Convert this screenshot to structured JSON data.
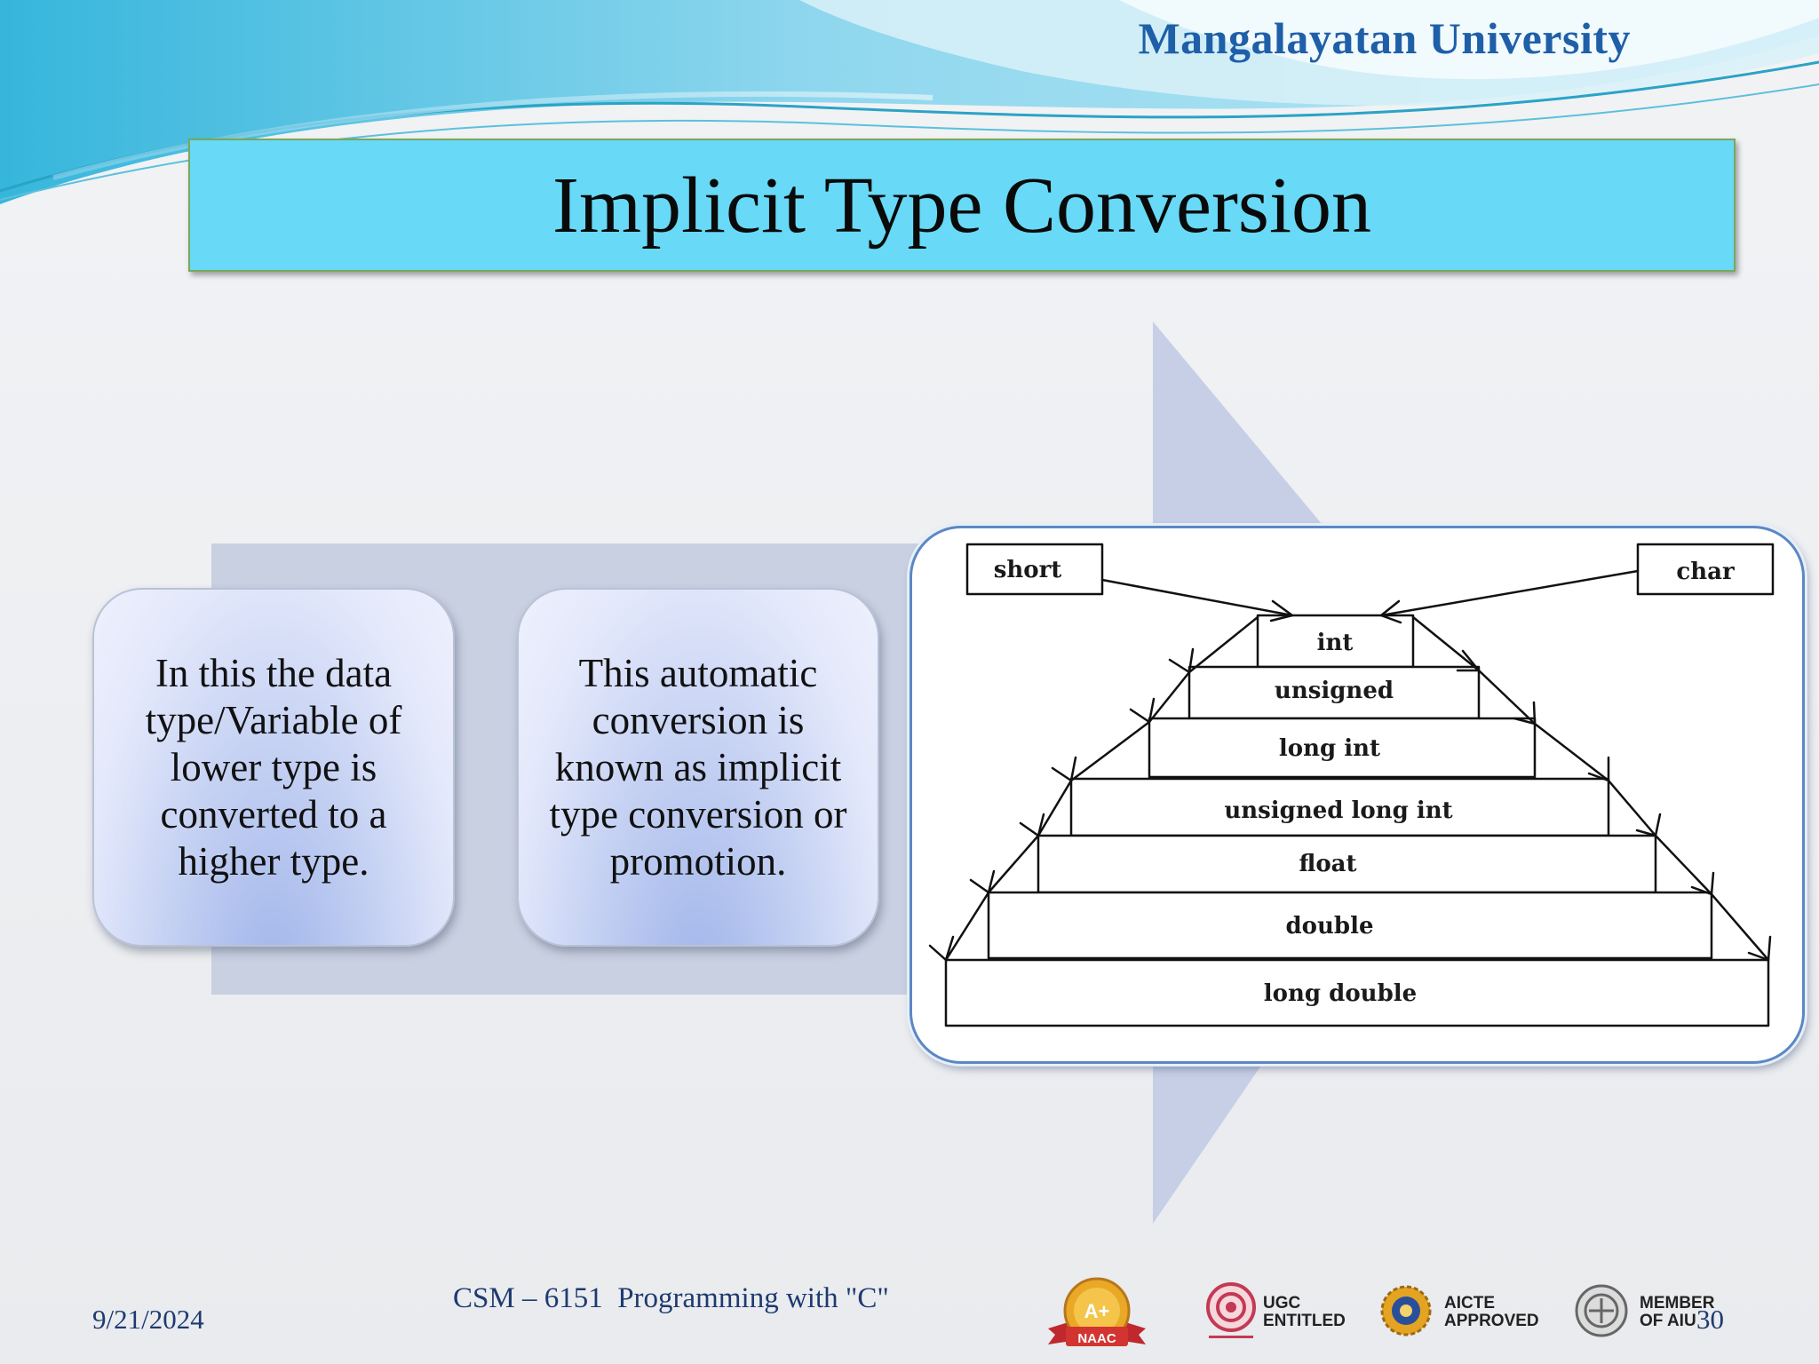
{
  "header": {
    "university": "Mangalayatan University",
    "title": "Implicit Type Conversion"
  },
  "cards": [
    {
      "text": "In this the data type/Variable of lower type is converted to a higher type."
    },
    {
      "text": "This automatic conversion is known as implicit type conversion or promotion."
    }
  ],
  "diagram": {
    "sources": [
      "short",
      "char"
    ],
    "levels": [
      "int",
      "unsigned",
      "long int",
      "unsigned long int",
      "float",
      "double",
      "long double"
    ]
  },
  "footer": {
    "date": "9/21/2024",
    "course": "CSM – 6151  Programming with \"C\"",
    "page": "30"
  },
  "logos": {
    "naac": {
      "badge": "A+",
      "ribbon": "NAAC"
    },
    "ugc": {
      "line1": "UGC",
      "line2": "ENTITLED"
    },
    "aicte": {
      "line1": "AICTE",
      "line2": "APPROVED"
    },
    "aiu": {
      "line1": "MEMBER",
      "line2": "OF AIU"
    }
  },
  "colors": {
    "title_bg": "#68d9f6",
    "university_text": "#1f5fa8",
    "footer_text": "#1e3a70",
    "arrow_shape": "#c7cfe6"
  }
}
